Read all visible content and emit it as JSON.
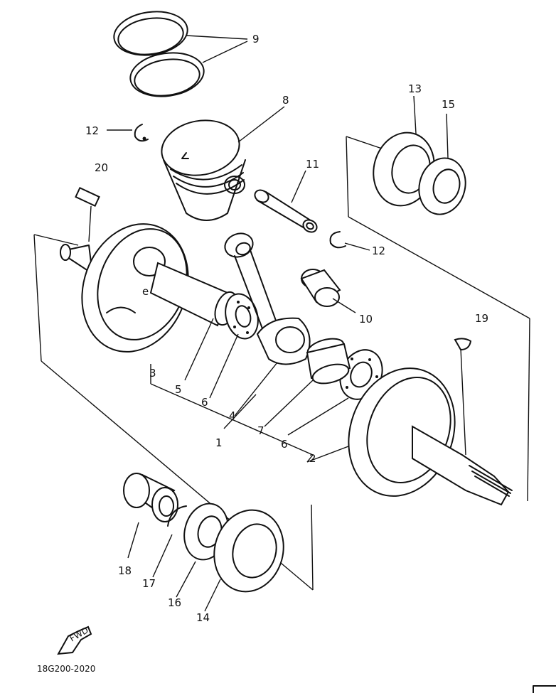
{
  "callouts": {
    "c1": "1",
    "c2": "2",
    "c3": "3",
    "c4": "4",
    "c5": "5",
    "c6a": "6",
    "c6b": "6",
    "c7": "7",
    "c8": "8",
    "c9": "9",
    "c10": "10",
    "c11": "11",
    "c12a": "12",
    "c12b": "12",
    "c13": "13",
    "c14": "14",
    "c15": "15",
    "c16": "16",
    "c17": "17",
    "c18": "18",
    "c19": "19",
    "c20": "20"
  },
  "fwd_label": "FWD",
  "diagram_code": "18G200-2020"
}
